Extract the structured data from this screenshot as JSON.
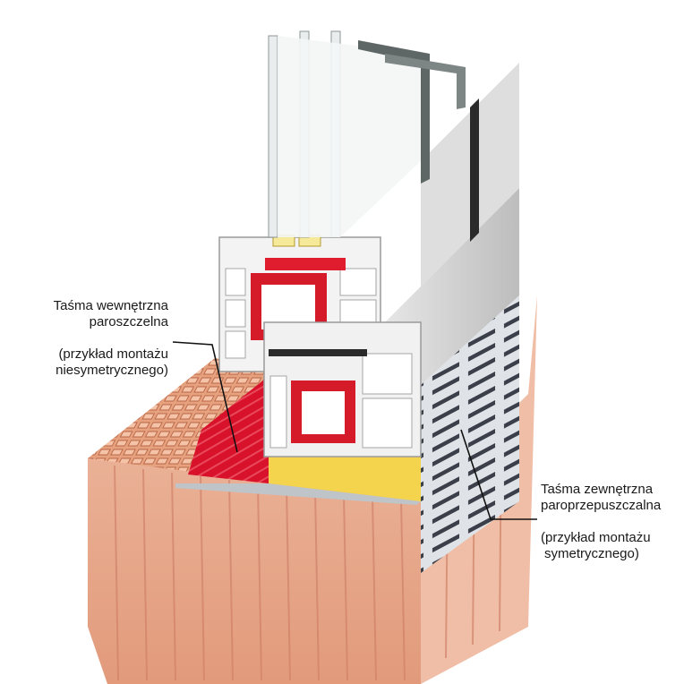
{
  "labels": {
    "inner_tape": {
      "name_lines": [
        "Taśma wewnętrzna",
        "paroszczelna"
      ],
      "note_lines": [
        "(przykład montażu",
        "niesymetrycznego)"
      ]
    },
    "outer_tape": {
      "name_lines": [
        "Taśma zewnętrzna",
        "paroprzepuszczalna"
      ],
      "note_lines": [
        "(przykład montażu",
        "symetrycznego)"
      ]
    }
  },
  "colors": {
    "brick": "#e9a98a",
    "brick_dark": "#d98b6c",
    "mortar_red": "#d9122b",
    "sealant_yellow": "#f3d44c",
    "pvc_white": "#f1f1f1",
    "pvc_shadow": "#c9c9c9",
    "glass": "#e8ecec",
    "tape_grey": "#d8dde2",
    "leader": "#111111"
  }
}
